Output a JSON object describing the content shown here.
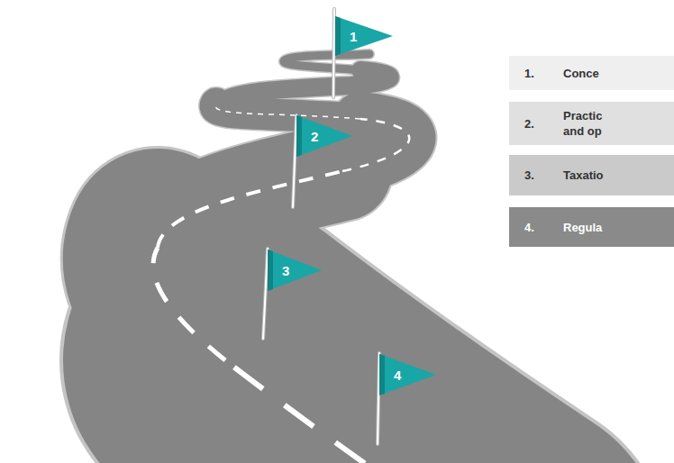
{
  "diagram": {
    "nodes": [
      {
        "text": [
          "1"
        ]
      },
      {
        "text": [
          "2"
        ]
      },
      {
        "text": [
          "3"
        ]
      },
      {
        "text": [
          "4"
        ]
      },
      {
        "text": [
          "1.",
          "Conce"
        ]
      },
      {
        "text": [
          "2.",
          "Practic and op"
        ]
      },
      {
        "text": [
          "3.",
          "Taxatio"
        ]
      },
      {
        "text": [
          "4.",
          "Regula"
        ]
      }
    ]
  }
}
